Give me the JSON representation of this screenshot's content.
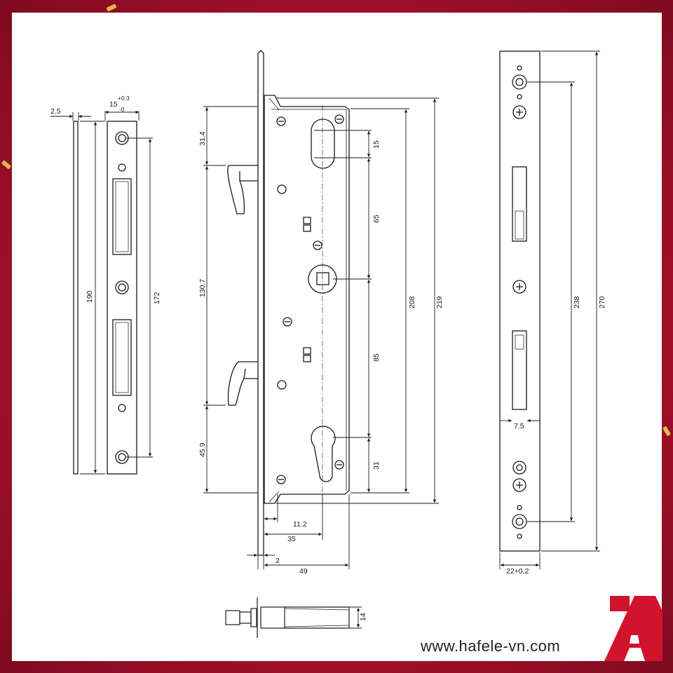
{
  "watermark": {
    "url": "www.hafele-vn.com"
  },
  "colors": {
    "frame": "#b3122c",
    "logo": "#d0142c",
    "line": "#1a1a1a"
  },
  "strike_plate": {
    "thickness": "2.5",
    "width": "15",
    "tol_plus": "+0.3",
    "tol_minus": "-0",
    "overall_height": "190",
    "screw_span": "172"
  },
  "lock_body": {
    "top_offset": "31.4",
    "hook_span": "130.7",
    "bottom_offset": "45.9",
    "slot_15": "15",
    "spindle_65": "65",
    "case_208": "208",
    "faceplate_219": "219",
    "cyl_85": "85",
    "cyl_31": "31",
    "dim_11_2": "11.2",
    "backset": "35",
    "faceplate_2": "2",
    "depth_49": "49"
  },
  "faceplate": {
    "screw_span": "238",
    "overall_height": "270",
    "slot_width": "7.5",
    "width": "22+0.2"
  },
  "top_view": {
    "thickness": "14"
  }
}
